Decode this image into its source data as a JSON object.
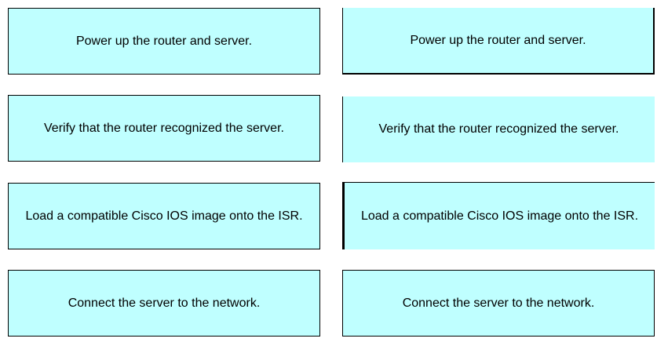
{
  "left_column": {
    "items": [
      {
        "label": "Power up the router and server."
      },
      {
        "label": "Verify that the router recognized the server."
      },
      {
        "label": "Load a compatible Cisco IOS image onto the ISR."
      },
      {
        "label": "Connect the server to the network."
      }
    ]
  },
  "right_column": {
    "items": [
      {
        "label": "Power up the router and server."
      },
      {
        "label": "Verify that the router recognized the server."
      },
      {
        "label": "Load a compatible Cisco IOS image onto the ISR."
      },
      {
        "label": "Connect the server to the network."
      }
    ]
  },
  "colors": {
    "box_fill": "#bfffff",
    "border": "#000000",
    "text": "#000000"
  }
}
